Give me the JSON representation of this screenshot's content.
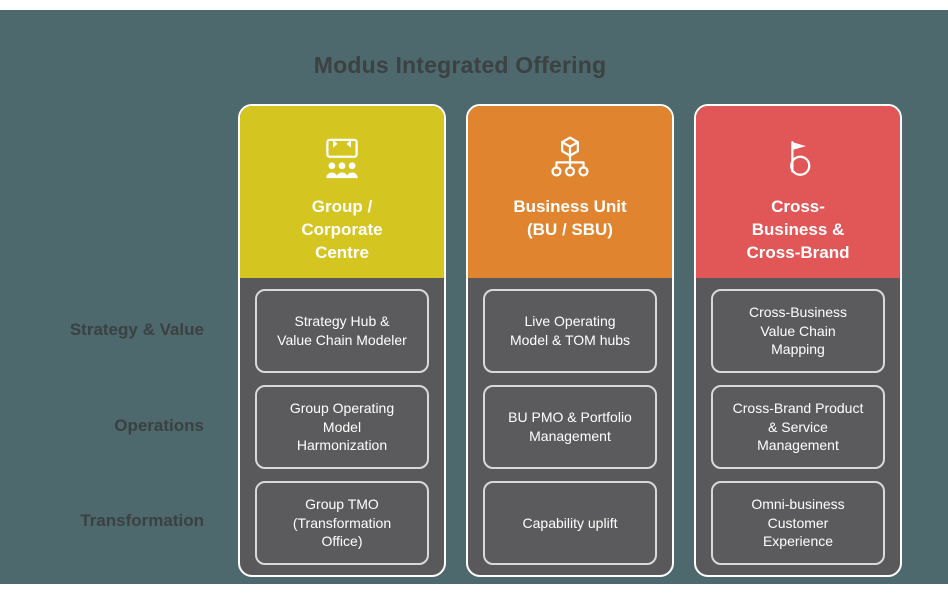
{
  "title": "Modus Integrated Offering",
  "rows": [
    {
      "label": "Strategy & Value"
    },
    {
      "label": "Operations"
    },
    {
      "label": "Transformation"
    }
  ],
  "columns": [
    {
      "header": "Group /\nCorporate\nCentre",
      "icon": "team-presentation-icon",
      "header_color": "#d4c520",
      "cells": [
        "Strategy Hub &\nValue Chain Modeler",
        "Group Operating\nModel\nHarmonization",
        "Group TMO\n(Transformation\nOffice)"
      ]
    },
    {
      "header": "Business Unit\n(BU / SBU)",
      "icon": "network-cube-icon",
      "header_color": "#e0842f",
      "cells": [
        "Live Operating\nModel & TOM hubs",
        "BU PMO & Portfolio\nManagement",
        "Capability uplift"
      ]
    },
    {
      "header": "Cross-\nBusiness &\nCross-Brand",
      "icon": "brand-flag-icon",
      "header_color": "#e15656",
      "cells": [
        "Cross-Business\nValue Chain\nMapping",
        "Cross-Brand Product\n& Service\nManagement",
        "Omni-business\nCustomer\nExperience"
      ]
    }
  ],
  "colors": {
    "background": "#4e696d",
    "card_body": "#59595b",
    "heading_text": "#3c4142",
    "cell_border": "#d9d9d9",
    "yellow": "#d4c520",
    "orange": "#e0842f",
    "red": "#e15656"
  }
}
